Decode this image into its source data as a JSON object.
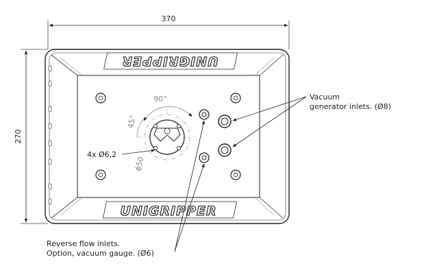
{
  "dimensions": {
    "width": "370",
    "height": "270"
  },
  "logo": {
    "top": "UNIGRIPPER",
    "bottom": "UNIGRIPPER"
  },
  "flange": {
    "angle_90": "90°",
    "angle_45": "45°",
    "bolt_circle": "ϕ50",
    "holes": "4x Ø6,2"
  },
  "callouts": {
    "vacuum": [
      "Vacuum",
      "generator inlets. (Ø8)"
    ],
    "reverse": [
      "Reverse flow inlets.",
      "Option, vacuum gauge. (Ø6)"
    ]
  }
}
